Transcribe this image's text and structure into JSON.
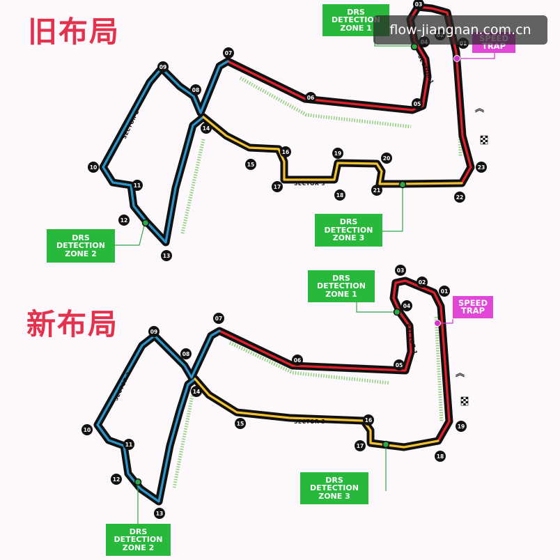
{
  "titles": {
    "old": "旧布局",
    "new": "新布局"
  },
  "watermark": "flow-jiangnan.com.cn",
  "labels": {
    "drs_zone_1": "DRS\nDETECTION\nZONE 1",
    "drs_zone_2": "DRS\nDETECTION\nZONE 2",
    "drs_zone_3": "DRS\nDETECTION\nZONE 3",
    "speed_trap": "SPEED\nTRAP"
  },
  "sectors": {
    "s1": "SECTOR 1",
    "s2": "SECTOR 2",
    "s3": "SECTOR 3"
  },
  "old_layout_turns": [
    "01",
    "02",
    "03",
    "04",
    "05",
    "06",
    "07",
    "08",
    "09",
    "10",
    "11",
    "12",
    "13",
    "14",
    "15",
    "16",
    "17",
    "18",
    "19",
    "20",
    "21",
    "22",
    "23"
  ],
  "new_layout_turns": [
    "01",
    "02",
    "03",
    "04",
    "05",
    "06",
    "07",
    "08",
    "09",
    "10",
    "11",
    "12",
    "13",
    "14",
    "15",
    "16",
    "17",
    "18",
    "19"
  ],
  "colors": {
    "sector1": "#e0202a",
    "sector2": "#2b95c9",
    "sector3": "#f2c230",
    "drs": "#27b83c",
    "speed_trap": "#e047d6",
    "title": "#e2324d"
  }
}
